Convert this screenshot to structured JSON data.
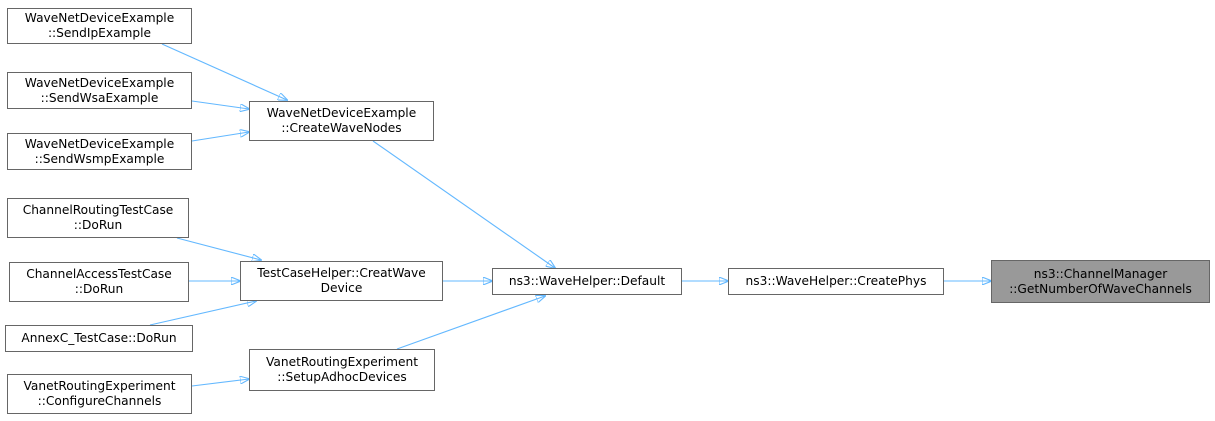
{
  "nodes": {
    "send_ip": {
      "line1": "WaveNetDeviceExample",
      "line2": "::SendIpExample"
    },
    "send_wsa": {
      "line1": "WaveNetDeviceExample",
      "line2": "::SendWsaExample"
    },
    "send_wsmp": {
      "line1": "WaveNetDeviceExample",
      "line2": "::SendWsmpExample"
    },
    "create_wave_nodes": {
      "line1": "WaveNetDeviceExample",
      "line2": "::CreateWaveNodes"
    },
    "channel_routing": {
      "line1": "ChannelRoutingTestCase",
      "line2": "::DoRun"
    },
    "channel_access": {
      "line1": "ChannelAccessTestCase",
      "line2": "::DoRun"
    },
    "annexc": {
      "line1": "AnnexC_TestCase::DoRun"
    },
    "creat_wave_device": {
      "line1": "TestCaseHelper::CreatWave",
      "line2": "Device"
    },
    "configure_channels": {
      "line1": "VanetRoutingExperiment",
      "line2": "::ConfigureChannels"
    },
    "setup_adhoc": {
      "line1": "VanetRoutingExperiment",
      "line2": "::SetupAdhocDevices"
    },
    "wave_default": {
      "line1": "ns3::WaveHelper::Default"
    },
    "create_phys": {
      "line1": "ns3::WaveHelper::CreatePhys"
    },
    "get_num_channels": {
      "line1": "ns3::ChannelManager",
      "line2": "::GetNumberOfWaveChannels"
    }
  },
  "colors": {
    "edge": "#63b8ff",
    "node_border": "#666666",
    "root_fill": "#999999",
    "node_fill": "#ffffff"
  }
}
